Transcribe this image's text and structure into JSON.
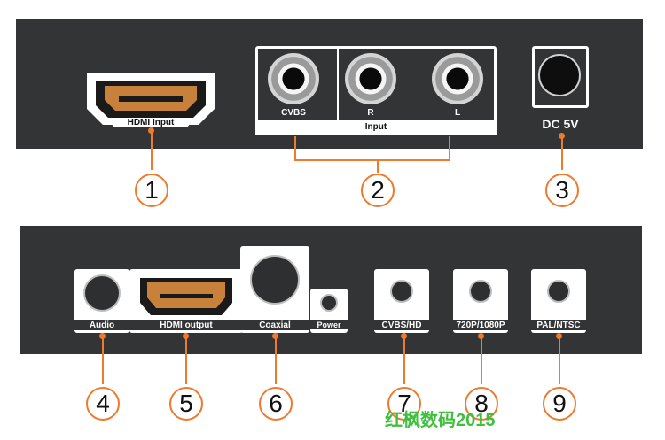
{
  "top_panel": {
    "hdmi_input_label": "HDMI Input",
    "cvbs_label": "CVBS",
    "r_label": "R",
    "l_label": "L",
    "input_group_label": "Input",
    "dc_label": "DC 5V"
  },
  "bottom_panel": {
    "audio_label": "Audio",
    "hdmi_output_label": "HDMI output",
    "coaxial_label": "Coaxial",
    "power_label": "Power",
    "cvbs_hd_label": "CVBS/HD",
    "resolution_label": "720P/1080P",
    "pal_ntsc_label": "PAL/NTSC"
  },
  "callouts": [
    "1",
    "2",
    "3",
    "4",
    "5",
    "6",
    "7",
    "8",
    "9"
  ],
  "watermark": "红枫数码2015",
  "colors": {
    "panel": "#333436",
    "accent": "#ee7a2d",
    "hdmi_gold": "#c8813a",
    "watermark": "#3fbf3f"
  }
}
